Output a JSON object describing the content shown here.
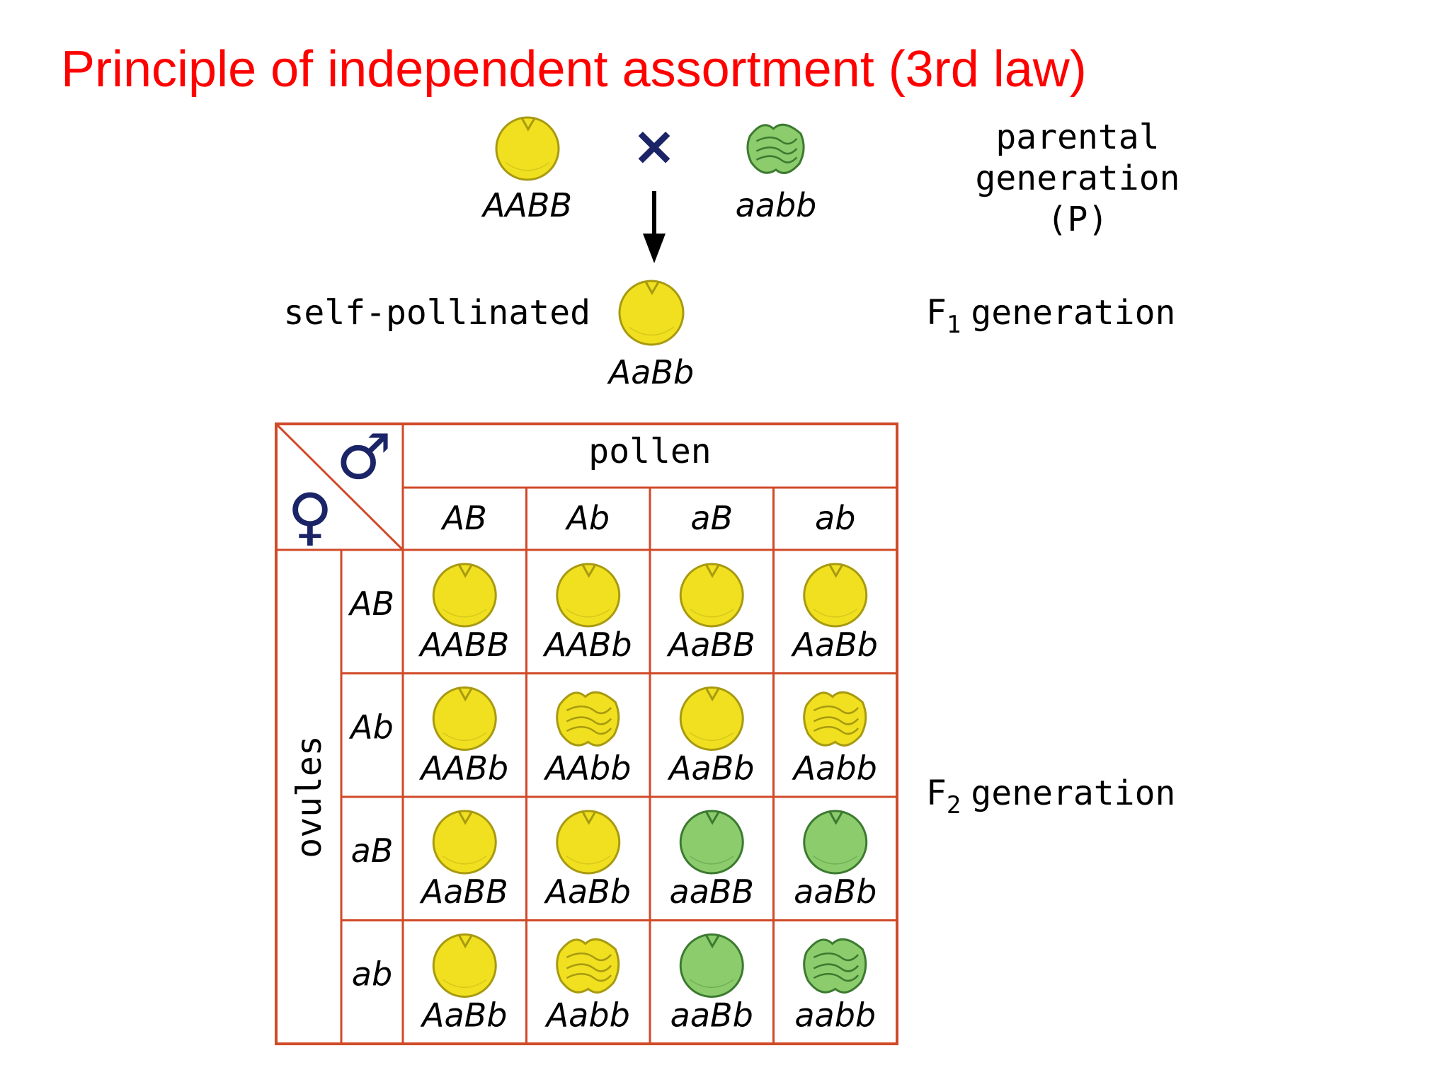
{
  "slide": {
    "title": "Principle of independent assortment (3rd law)"
  },
  "colors": {
    "yellow": "#f0e020",
    "yellow_dark": "#a89a10",
    "green": "#8ccc6c",
    "green_dark": "#3c7a30",
    "grid": "#d04a28",
    "symbol": "#1a2466"
  },
  "cross": {
    "parent1": {
      "genotype": "AABB",
      "phenotype": "yellow-round"
    },
    "parent2": {
      "genotype": "aabb",
      "phenotype": "green-wrinkled"
    },
    "cross_symbol": "×",
    "f1": {
      "genotype": "AaBb",
      "phenotype": "yellow-round",
      "note": "self-pollinated"
    }
  },
  "generation_labels": {
    "parental": [
      "parental",
      "generation",
      "(P)"
    ],
    "f1": {
      "prefix": "F",
      "sub": "1",
      "suffix": "generation"
    },
    "f2": {
      "prefix": "F",
      "sub": "2",
      "suffix": "generation"
    }
  },
  "punnett": {
    "male_symbol": "♂",
    "female_symbol": "♀",
    "pollen_label": "pollen",
    "ovules_label": "ovules",
    "pollen_gametes": [
      "AB",
      "Ab",
      "aB",
      "ab"
    ],
    "ovule_gametes": [
      "AB",
      "Ab",
      "aB",
      "ab"
    ],
    "cells": [
      [
        {
          "genotype": "AABB",
          "phenotype": "yellow-round"
        },
        {
          "genotype": "AABb",
          "phenotype": "yellow-round"
        },
        {
          "genotype": "AaBB",
          "phenotype": "yellow-round"
        },
        {
          "genotype": "AaBb",
          "phenotype": "yellow-round"
        }
      ],
      [
        {
          "genotype": "AABb",
          "phenotype": "yellow-round"
        },
        {
          "genotype": "AAbb",
          "phenotype": "yellow-wrinkled"
        },
        {
          "genotype": "AaBb",
          "phenotype": "yellow-round"
        },
        {
          "genotype": "Aabb",
          "phenotype": "yellow-wrinkled"
        }
      ],
      [
        {
          "genotype": "AaBB",
          "phenotype": "yellow-round"
        },
        {
          "genotype": "AaBb",
          "phenotype": "yellow-round"
        },
        {
          "genotype": "aaBB",
          "phenotype": "green-round"
        },
        {
          "genotype": "aaBb",
          "phenotype": "green-round"
        }
      ],
      [
        {
          "genotype": "AaBb",
          "phenotype": "yellow-round"
        },
        {
          "genotype": "Aabb",
          "phenotype": "yellow-wrinkled"
        },
        {
          "genotype": "aaBb",
          "phenotype": "green-round"
        },
        {
          "genotype": "aabb",
          "phenotype": "green-wrinkled"
        }
      ]
    ]
  }
}
